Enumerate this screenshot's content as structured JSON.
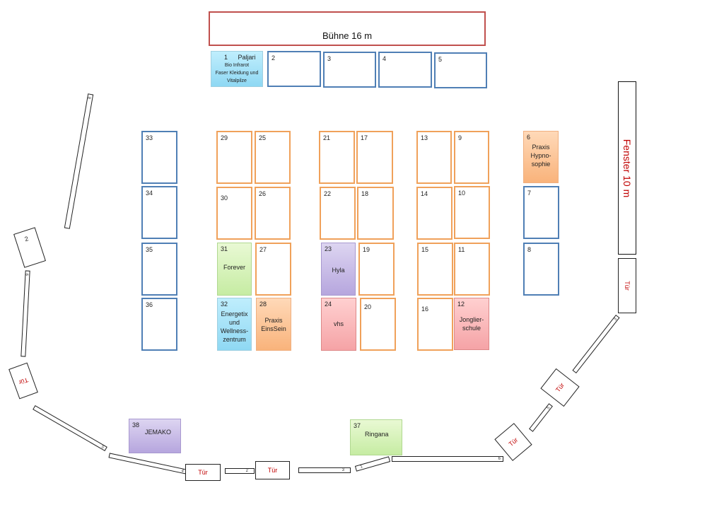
{
  "stage": {
    "label": "Bühne 16 m"
  },
  "window": {
    "label": "Fenster 10 m"
  },
  "door_label": "Tür",
  "corner_label": "2",
  "booths": [
    {
      "num": "1",
      "name": "Paljari"
    },
    {
      "num": "",
      "name": "Bio Infrarot\nFaser Kleidung und\nVitalpilze"
    },
    {
      "num": "2",
      "name": ""
    },
    {
      "num": "3",
      "name": ""
    },
    {
      "num": "4",
      "name": ""
    },
    {
      "num": "5",
      "name": ""
    },
    {
      "num": "6",
      "name": "Praxis\nHypno-\nsophie"
    },
    {
      "num": "7",
      "name": ""
    },
    {
      "num": "8",
      "name": ""
    },
    {
      "num": "9",
      "name": ""
    },
    {
      "num": "10",
      "name": ""
    },
    {
      "num": "11",
      "name": ""
    },
    {
      "num": "12",
      "name": "Jonglier-\nschule"
    },
    {
      "num": "13",
      "name": ""
    },
    {
      "num": "14",
      "name": ""
    },
    {
      "num": "15",
      "name": ""
    },
    {
      "num": "16",
      "name": ""
    },
    {
      "num": "17",
      "name": ""
    },
    {
      "num": "18",
      "name": ""
    },
    {
      "num": "19",
      "name": ""
    },
    {
      "num": "20",
      "name": ""
    },
    {
      "num": "21",
      "name": ""
    },
    {
      "num": "22",
      "name": ""
    },
    {
      "num": "23",
      "name": "Hyla"
    },
    {
      "num": "24",
      "name": "vhs"
    },
    {
      "num": "25",
      "name": ""
    },
    {
      "num": "26",
      "name": ""
    },
    {
      "num": "27",
      "name": ""
    },
    {
      "num": "28",
      "name": "Praxis\nEinsSein"
    },
    {
      "num": "29",
      "name": ""
    },
    {
      "num": "30",
      "name": ""
    },
    {
      "num": "31",
      "name": "Forever"
    },
    {
      "num": "32",
      "name": "Energetix\nund\nWellness-\nzentrum"
    },
    {
      "num": "33",
      "name": ""
    },
    {
      "num": "34",
      "name": ""
    },
    {
      "num": "35",
      "name": ""
    },
    {
      "num": "36",
      "name": ""
    },
    {
      "num": "37",
      "name": "Ringana"
    },
    {
      "num": "38",
      "name": "JEMAKO"
    }
  ],
  "wall_numbers": [
    "8",
    "9",
    "5",
    "4",
    "3",
    "2",
    "1",
    "6",
    "5",
    "3"
  ]
}
